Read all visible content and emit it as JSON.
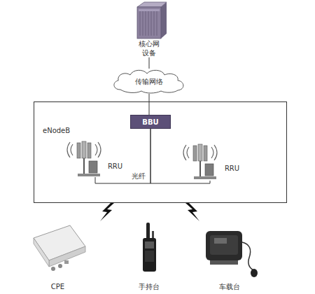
{
  "diagram": {
    "nodes": [
      {
        "text": [
          "核心网 设备"
        ]
      },
      {
        "text": [
          "传输网络"
        ]
      },
      {
        "text": [
          "eNodeB"
        ]
      },
      {
        "text": [
          "BBU"
        ],
        "in": 2
      },
      {
        "text": [
          "RRU"
        ],
        "in": 2
      },
      {
        "text": [
          "RRU"
        ],
        "in": 2
      },
      {
        "text": [
          "CPE"
        ]
      },
      {
        "text": [
          "手持台"
        ]
      },
      {
        "text": [
          "车载台"
        ]
      }
    ],
    "edges": [
      {
        "from": 0,
        "to": 1,
        "arrow": "none"
      },
      {
        "from": 1,
        "to": 3,
        "arrow": "none"
      },
      {
        "from": 3,
        "to": 4,
        "label": "光纤",
        "arrow": "none"
      },
      {
        "from": 3,
        "to": 5,
        "arrow": "none"
      }
    ]
  }
}
